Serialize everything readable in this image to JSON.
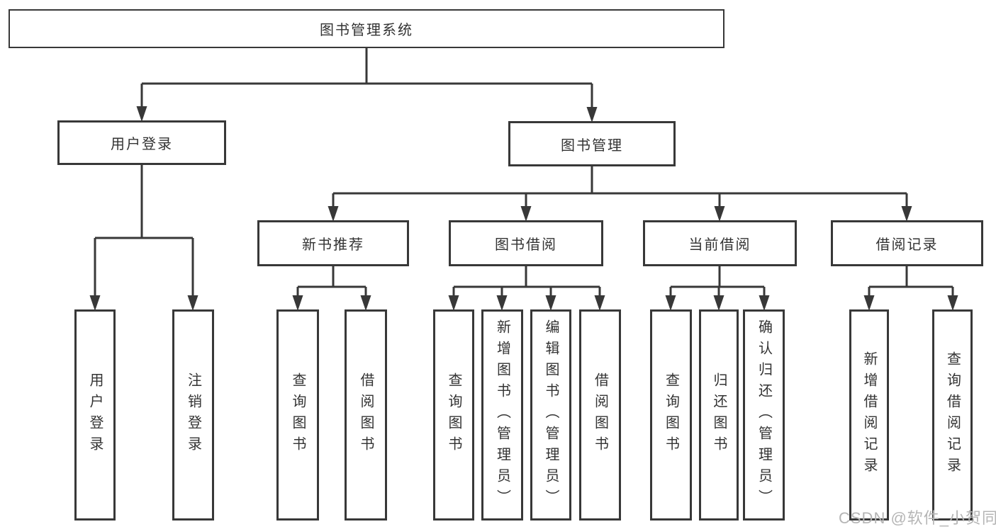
{
  "tree": {
    "root": {
      "label": "图书管理系统"
    },
    "branches": [
      {
        "label": "用户登录",
        "children": [
          {
            "label": "用户登录"
          },
          {
            "label": "注销登录"
          }
        ]
      },
      {
        "label": "图书管理",
        "groups": [
          {
            "label": "新书推荐",
            "children": [
              {
                "label": "查询图书"
              },
              {
                "label": "借阅图书"
              }
            ]
          },
          {
            "label": "图书借阅",
            "children": [
              {
                "label": "查询图书"
              },
              {
                "label": "新增图书（管理员）"
              },
              {
                "label": "编辑图书（管理员）"
              },
              {
                "label": "借阅图书"
              }
            ]
          },
          {
            "label": "当前借阅",
            "children": [
              {
                "label": "查询图书"
              },
              {
                "label": "归还图书"
              },
              {
                "label": "确认归还（管理员）"
              }
            ]
          },
          {
            "label": "借阅记录",
            "children": [
              {
                "label": "新增借阅记录"
              },
              {
                "label": "查询借阅记录"
              }
            ]
          }
        ]
      }
    ]
  },
  "watermark": {
    "text": "CSDN @软件_小贺同学"
  },
  "colors": {
    "line": "#383838",
    "text": "#333333",
    "background": "#ffffff",
    "watermark": "#b5b5b5"
  }
}
